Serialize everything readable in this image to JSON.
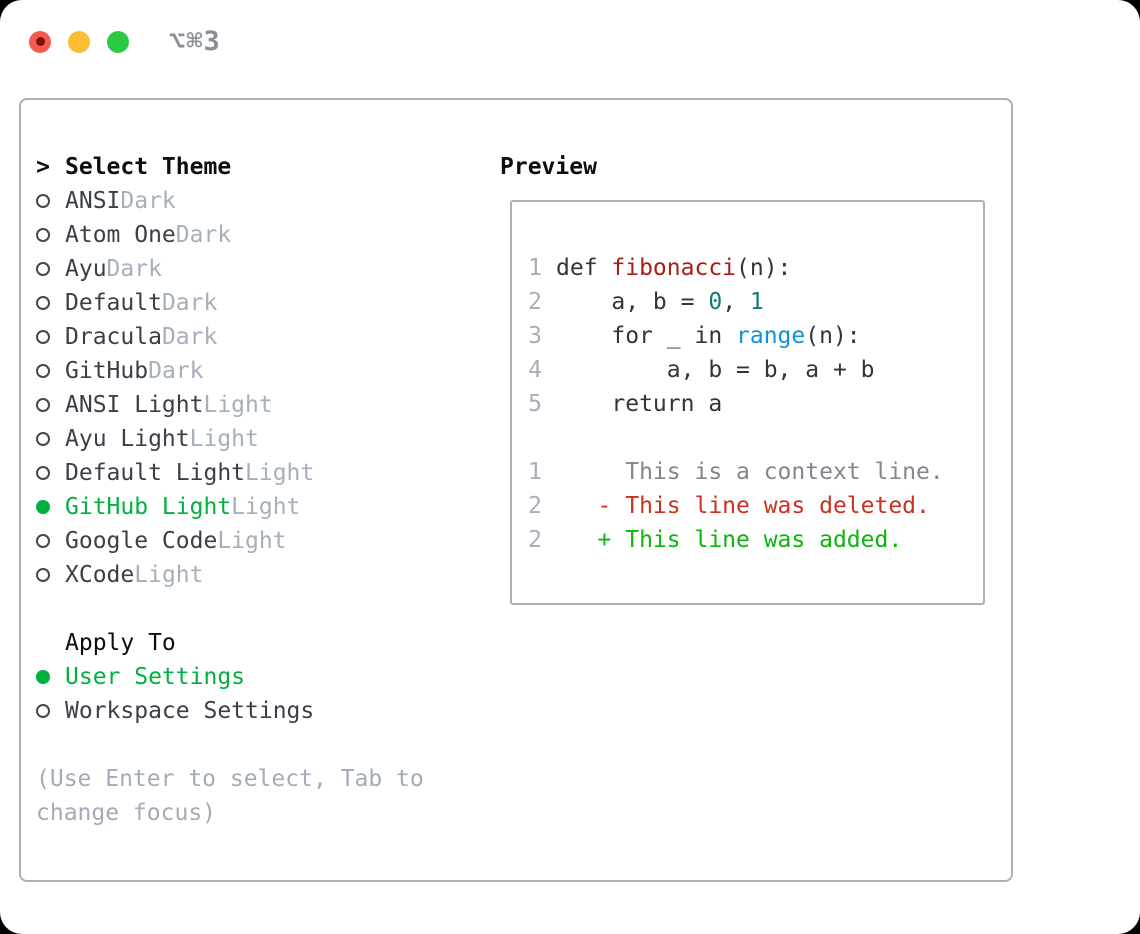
{
  "titlebar": {
    "shortcut": "⌥⌘3"
  },
  "picker": {
    "prompt_char": ">",
    "header": "Select Theme",
    "themes": [
      {
        "name": "ANSI",
        "variant": "Dark",
        "selected": false
      },
      {
        "name": "Atom One",
        "variant": "Dark",
        "selected": false
      },
      {
        "name": "Ayu",
        "variant": "Dark",
        "selected": false
      },
      {
        "name": "Default",
        "variant": "Dark",
        "selected": false
      },
      {
        "name": "Dracula",
        "variant": "Dark",
        "selected": false
      },
      {
        "name": "GitHub",
        "variant": "Dark",
        "selected": false
      },
      {
        "name": "ANSI Light",
        "variant": "Light",
        "selected": false
      },
      {
        "name": "Ayu Light",
        "variant": "Light",
        "selected": false
      },
      {
        "name": "Default Light",
        "variant": "Light",
        "selected": false
      },
      {
        "name": "GitHub Light",
        "variant": "Light",
        "selected": true
      },
      {
        "name": "Google Code",
        "variant": "Light",
        "selected": false
      },
      {
        "name": "XCode",
        "variant": "Light",
        "selected": false
      }
    ],
    "apply_header": "Apply To",
    "apply_options": [
      {
        "name": "User Settings",
        "selected": true
      },
      {
        "name": "Workspace Settings",
        "selected": false
      }
    ],
    "help_lines": [
      "(Use Enter to select, Tab to",
      "change focus)"
    ]
  },
  "preview": {
    "label": "Preview",
    "code_lines": [
      {
        "num": "1",
        "tokens": [
          [
            "def ",
            "plain"
          ],
          [
            "fibonacci",
            "func"
          ],
          [
            "(n):",
            "plain"
          ]
        ]
      },
      {
        "num": "2",
        "tokens": [
          [
            "    a, b = ",
            "plain"
          ],
          [
            "0",
            "number"
          ],
          [
            ", ",
            "plain"
          ],
          [
            "1",
            "number"
          ]
        ]
      },
      {
        "num": "3",
        "tokens": [
          [
            "    for _ in ",
            "plain"
          ],
          [
            "range",
            "builtin"
          ],
          [
            "(n):",
            "plain"
          ]
        ]
      },
      {
        "num": "4",
        "tokens": [
          [
            "        a, b = b, a + b",
            "plain"
          ]
        ]
      },
      {
        "num": "5",
        "tokens": [
          [
            "    return a",
            "plain"
          ]
        ]
      }
    ],
    "diff_lines": [
      {
        "num": "1",
        "tokens": [
          [
            "     This is a context line.",
            "context"
          ]
        ]
      },
      {
        "num": "2",
        "tokens": [
          [
            "   - This line was deleted.",
            "deleted"
          ]
        ]
      },
      {
        "num": "2",
        "tokens": [
          [
            "   + This line was added.",
            "added"
          ]
        ]
      }
    ]
  },
  "colors": {
    "accent-green": "#00b140",
    "added-green": "#0cb50c",
    "deleted-red": "#c8331f",
    "func-red": "#a81e17",
    "number-teal": "#0e7b74",
    "builtin-blue": "#1192d4",
    "context-gray": "#82878d",
    "muted-gray": "#a6afbc",
    "border-gray": "#a9b1bc",
    "traffic-red": "#f35b51",
    "traffic-red-dot": "#7c120a",
    "traffic-yellow": "#fcbd35",
    "traffic-green": "#2ec944"
  }
}
